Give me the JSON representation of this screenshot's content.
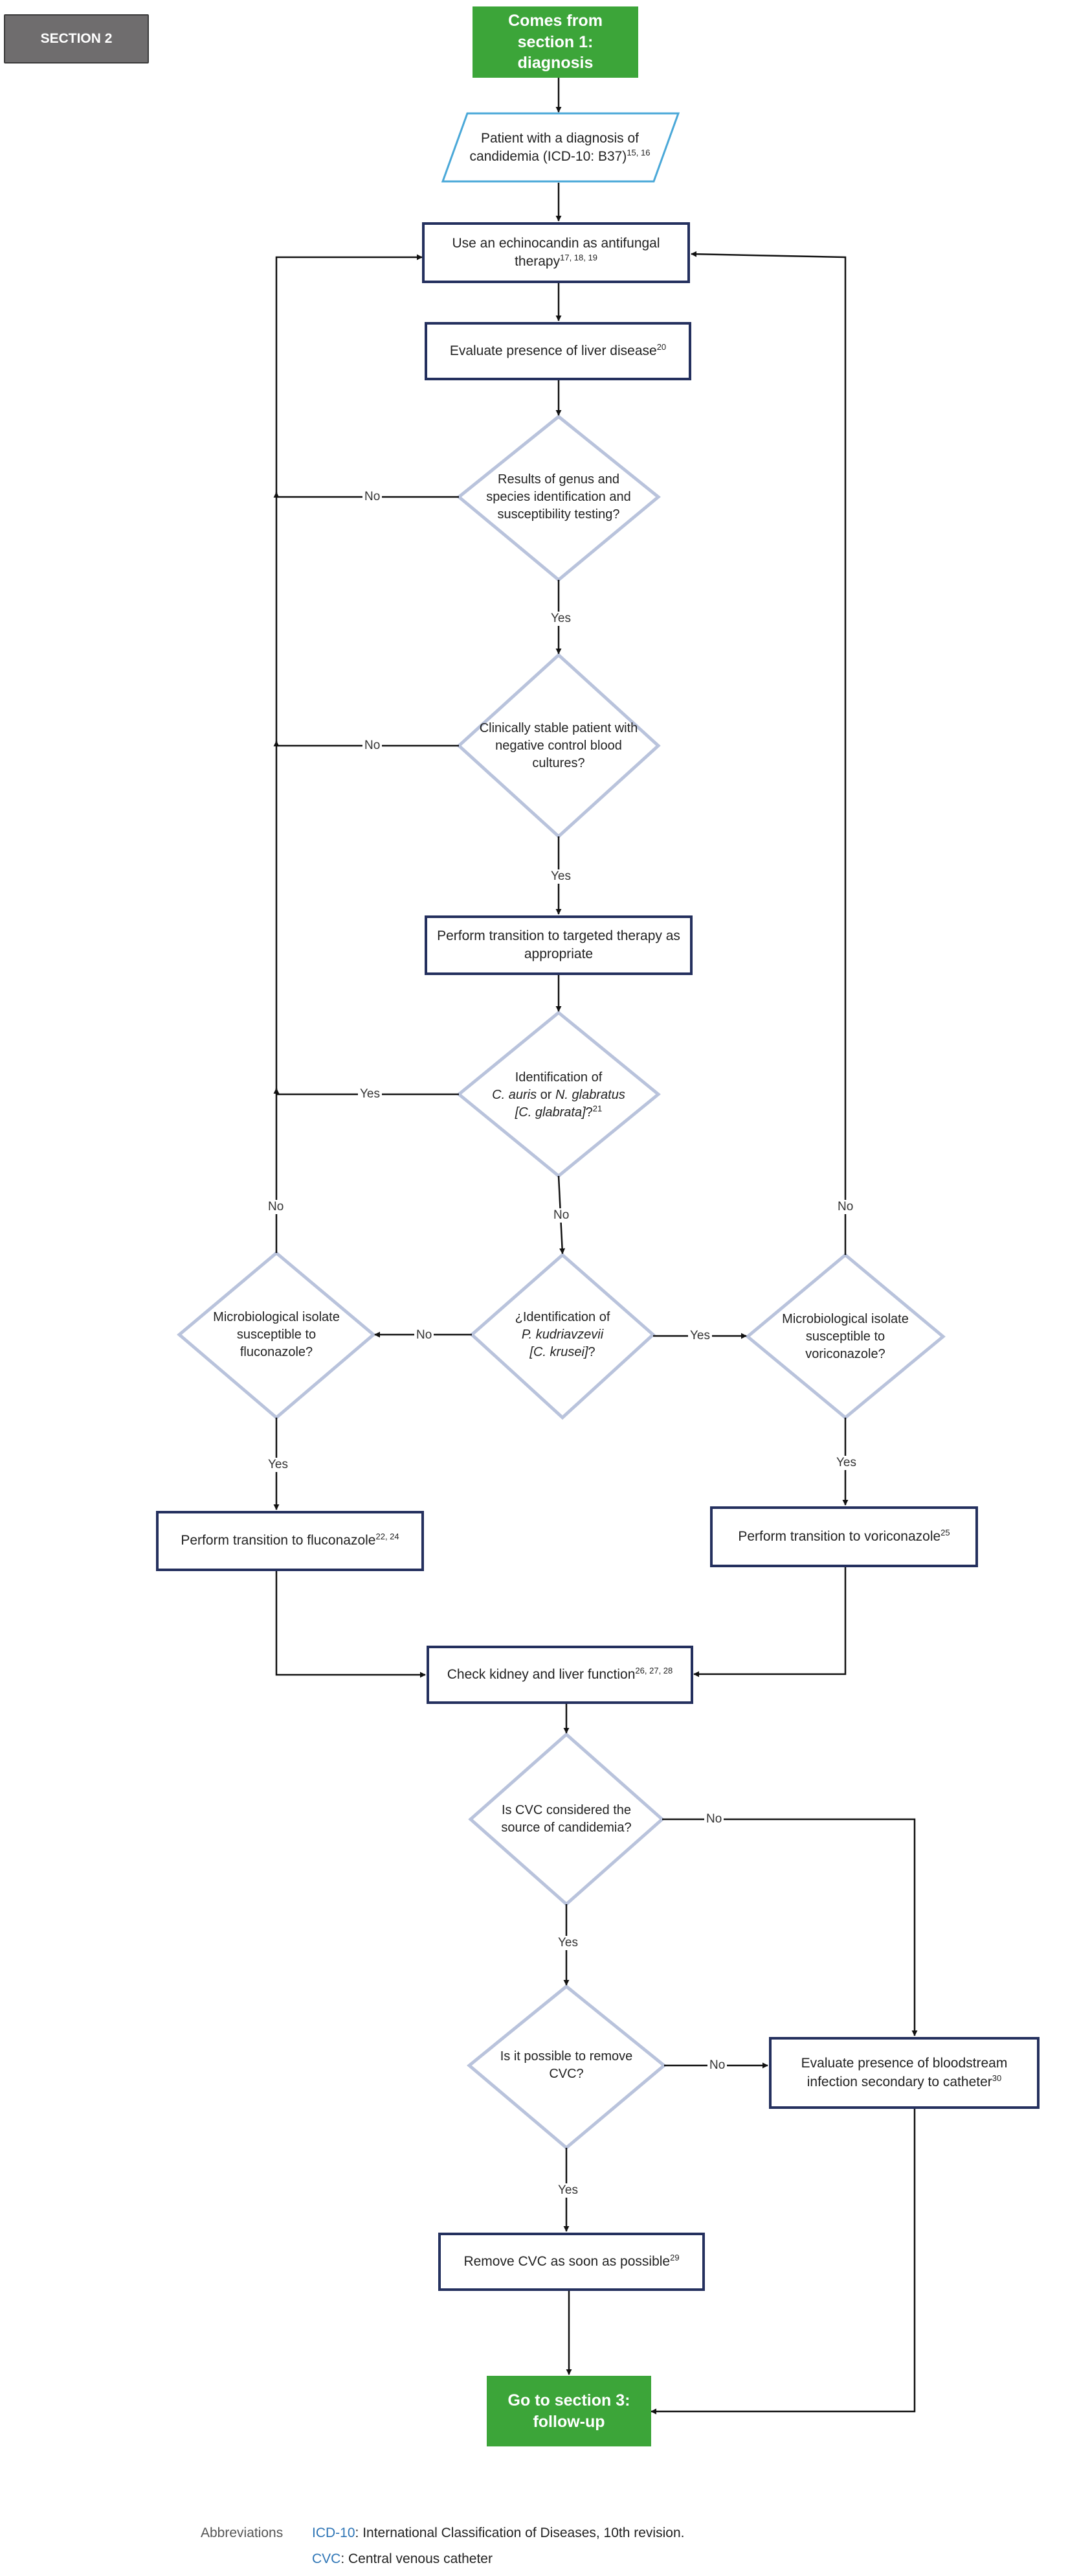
{
  "section_tag": "SECTION 2",
  "nodes": {
    "start": "Comes from section 1: diagnosis",
    "patient": {
      "text": "Patient with a diagnosis of candidemia (ICD-10: B37)",
      "sup": "15, 16"
    },
    "echinocandin": {
      "text": "Use an echinocandin as antifungal therapy",
      "sup": "17, 18, 19"
    },
    "liver": {
      "text": "Evaluate presence of liver disease",
      "sup": "20"
    },
    "d_results": "Results of genus and species identification and susceptibility testing?",
    "d_stable": "Clinically stable patient with negative control blood cultures?",
    "targeted": "Perform transition to targeted therapy as appropriate",
    "d_auris": {
      "l1": "Identification of",
      "i1": "C. auris",
      "or": " or ",
      "i2": "N. glabratus",
      "i3": "[C. glabrata]",
      "tail": "?",
      "sup": "21"
    },
    "d_krusei": {
      "l1": "¿Identification of",
      "i1": "P. kudriavzevii",
      "i2": "[C. krusei]",
      "tail": "?"
    },
    "d_fluco": "Microbiological isolate susceptible to fluconazole?",
    "d_vori": "Microbiological isolate susceptible to voriconazole?",
    "fluco_box": {
      "text": "Perform transition to fluconazole",
      "sup": "22, 24"
    },
    "vori_box": {
      "text": "Perform transition to voriconazole",
      "sup": "25"
    },
    "kidney": {
      "text": "Check kidney and liver function",
      "sup": "26, 27, 28"
    },
    "d_cvc_source": "Is CVC considered the source of candidemia?",
    "d_cvc_remove": "Is it possible to remove CVC?",
    "bsi": {
      "text": "Evaluate presence of bloodstream infection secondary to catheter",
      "sup": "30"
    },
    "remove_cvc": {
      "text": "Remove CVC as soon as possible",
      "sup": "29"
    },
    "end": "Go to section 3: follow-up"
  },
  "edge_labels": {
    "yes": "Yes",
    "no": "No"
  },
  "abbreviations": {
    "title": "Abbreviations",
    "items": [
      {
        "key": "ICD-10",
        "value": ": International Classification of Diseases, 10th revision."
      },
      {
        "key": "CVC",
        "value": ": Central venous catheter"
      }
    ]
  },
  "colors": {
    "green": "#3ca539",
    "navy": "#24305e",
    "diamond": "#b9c3dc",
    "parallelogram": "#4aa8d8",
    "section_tag": "#6f6d6e",
    "abbr_key": "#2e75b6"
  }
}
